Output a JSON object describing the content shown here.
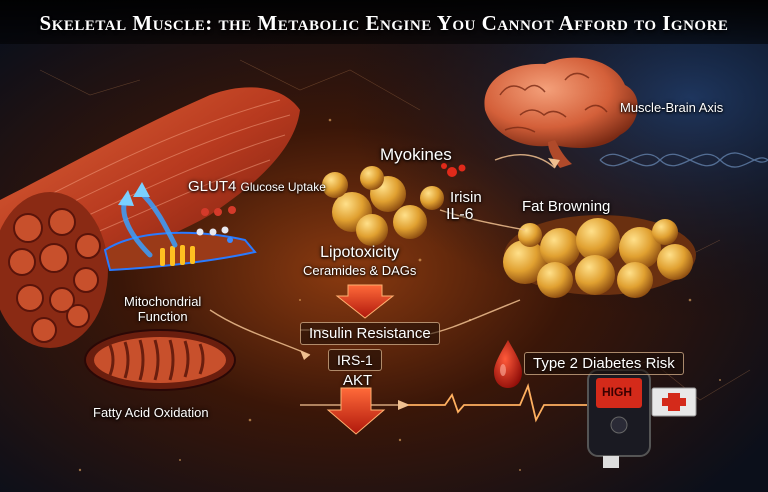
{
  "title": "Skeletal Muscle: the Metabolic Engine You Cannot Afford to Ignore",
  "colors": {
    "muscle_red": "#b83a1f",
    "fat_gold": "#e0a030",
    "glow_blue": "#3aa0ff",
    "alert_red": "#d42a1a",
    "background_dark": "#0b0f1a"
  },
  "labels": {
    "glut4_main": "GLUT4",
    "glut4_sub": "Glucose Uptake",
    "mitochondrial": "Mitochondrial",
    "function": "Function",
    "fatty_acid": "Fatty Acid Oxidation",
    "myokines": "Myokines",
    "irisin": "Irisin",
    "il6": "IL-6",
    "lipotoxicity": "Lipotoxicity",
    "ceramides": "Ceramides & DAGs",
    "insulin_resistance": "Insulin Resistance",
    "irs1": "IRS-1",
    "akt": "AKT",
    "muscle_brain": "Muscle-Brain Axis",
    "fat_browning": "Fat Browning",
    "t2d_risk": "Type 2 Diabetes Risk",
    "meter_display": "HIGH"
  },
  "icons": [
    "muscle-icon",
    "mitochondrion-icon",
    "brain-icon",
    "dna-helix-icon",
    "fat-cells-icon",
    "blood-drop-icon",
    "glucose-meter-icon",
    "medical-kit-icon"
  ]
}
